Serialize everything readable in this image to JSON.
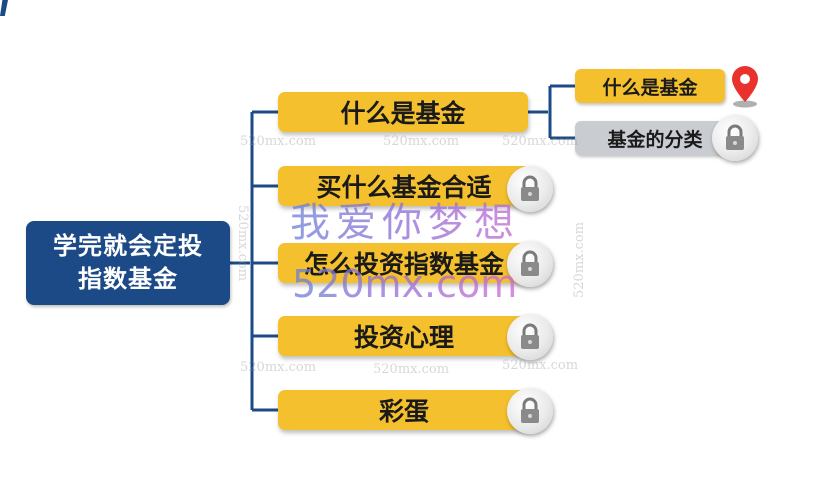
{
  "root": {
    "line1": "学完就会定投",
    "line2": "指数基金"
  },
  "topics": [
    {
      "label": "什么是基金",
      "locked": false
    },
    {
      "label": "买什么基金合适",
      "locked": true
    },
    {
      "label": "怎么投资指数基金",
      "locked": true
    },
    {
      "label": "投资心理",
      "locked": true
    },
    {
      "label": "彩蛋",
      "locked": true
    }
  ],
  "subtopics": [
    {
      "label": "什么是基金",
      "state": "current",
      "marker": "location-pin-icon"
    },
    {
      "label": "基金的分类",
      "state": "locked",
      "marker": "lock-icon"
    }
  ],
  "watermark": {
    "cn": "我爱你梦想",
    "en": "520mx.com",
    "small": "520mx.com"
  },
  "colors": {
    "root": "#1c4a86",
    "topic": "#f5c02e",
    "connector": "#1c4a86",
    "locked_sub": "#c9ccd1",
    "pin": "#e8322b"
  }
}
